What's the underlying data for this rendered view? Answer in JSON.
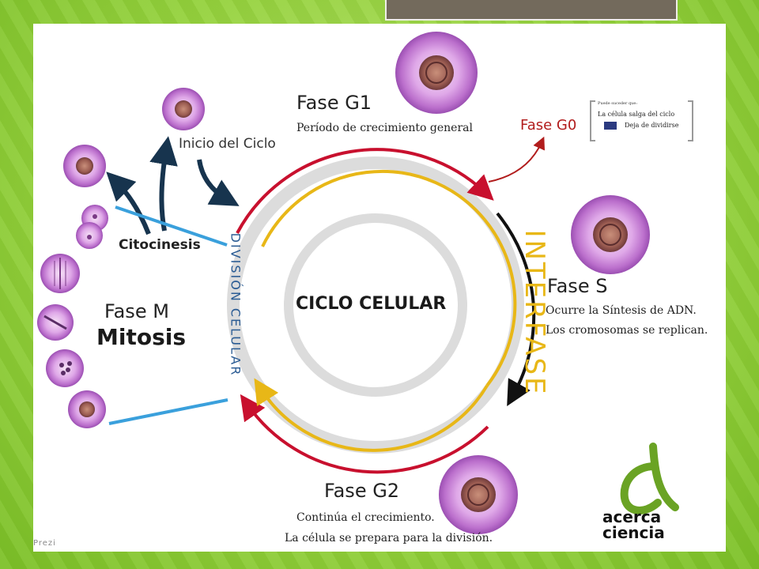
{
  "center_label": "CICLO CELULAR",
  "interfase_label": "INTERFASE",
  "division_label": "DIVISIÓN CELULAR",
  "phases": {
    "g1": {
      "title": "Fase G1",
      "description": "Período de crecimiento general"
    },
    "g0": {
      "title": "Fase G0",
      "note_small": "Puede suceder que:",
      "note_line1": "La célula salga del ciclo",
      "note_line2": "Deja de dividirse"
    },
    "s": {
      "title": "Fase S",
      "line1": "Ocurre la Síntesis de ADN.",
      "line2": "Los cromosomas se replican."
    },
    "g2": {
      "title": "Fase G2",
      "line1": "Continúa el crecimiento.",
      "line2": "La célula se prepara para la división."
    },
    "m": {
      "title": "Fase M",
      "subtitle": "Mitosis"
    }
  },
  "cycle_start": "Inicio del Ciclo",
  "cytokinesis": "Citocinesis",
  "logo": {
    "line1": "acerca",
    "line2": "ciencia"
  },
  "watermark": "Prezi",
  "colors": {
    "red_arc": "#c8102e",
    "yellow_arc": "#e8b717",
    "grey_ring": "#dcdcdc",
    "dark_arrow": "#17344e",
    "blue_line": "#3aa0dc",
    "division_text": "#2b5c94",
    "g0_red": "#b11c1c",
    "logo_green": "#6aa324"
  }
}
